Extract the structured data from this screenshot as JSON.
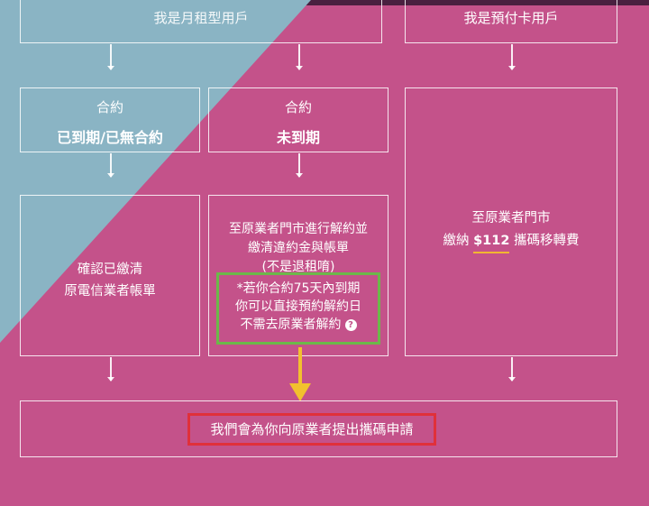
{
  "top": {
    "monthly_user": "我是月租型用戶",
    "prepaid_user": "我是預付卡用戶"
  },
  "contract_expired": {
    "label": "合約",
    "status": "已到期/已無合約"
  },
  "contract_active": {
    "label": "合約",
    "status": "未到期"
  },
  "prepaid_step": {
    "line1": "至原業者門市",
    "line2_pre": "繳納",
    "price": "$112",
    "line2_post": "攜碼移轉費"
  },
  "confirm_bill": {
    "line1": "確認已繳清",
    "line2": "原電信業者帳單"
  },
  "terminate": {
    "line1": "至原業者門市進行解約並",
    "line2": "繳清違約金與帳單",
    "line3": "(不是退租唷)",
    "note1": "*若你合約75天內到期",
    "note2": "你可以直接預約解約日",
    "note3": "不需去原業者解約",
    "help_glyph": "?"
  },
  "final": {
    "text": "我們會為你向原業者提出攜碼申請"
  },
  "colors": {
    "background": "#c4528a",
    "teal_overlay": "#8ab4c4",
    "highlight_green": "#6cb84a",
    "highlight_red": "#e0303a",
    "arrow_yellow": "#f2c12e",
    "price_underline": "#f2b632"
  }
}
